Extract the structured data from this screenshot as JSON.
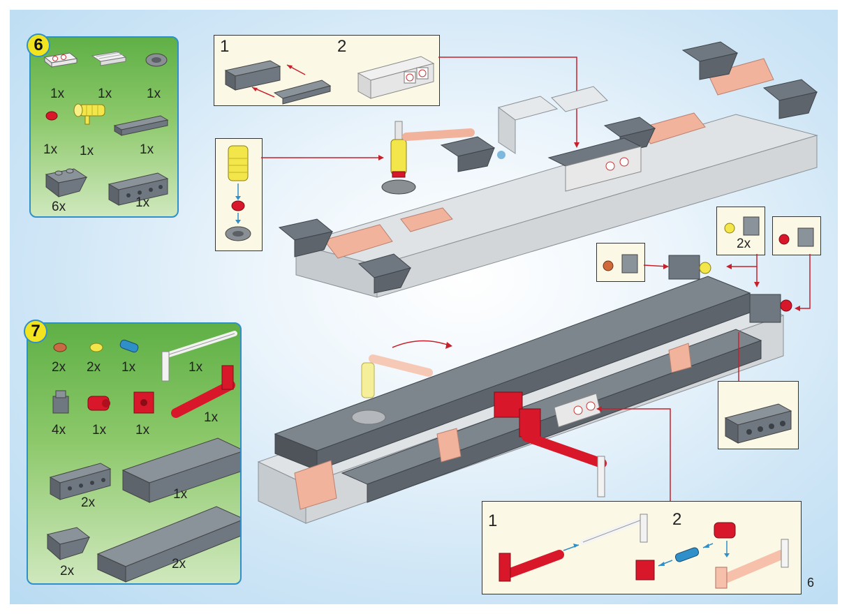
{
  "page": {
    "number": "6"
  },
  "step6": {
    "step_number": "6",
    "parts": [
      {
        "name": "tile-2x2-gauges-print",
        "qty": "1x"
      },
      {
        "name": "tile-grille",
        "qty": "1x"
      },
      {
        "name": "steering-wheel",
        "qty": "1x"
      },
      {
        "name": "round-plate-red",
        "qty": "1x"
      },
      {
        "name": "hose-nozzle-yellow",
        "qty": "1x"
      },
      {
        "name": "plate-1x4",
        "qty": "1x"
      },
      {
        "name": "slope-2x2",
        "qty": "6x"
      },
      {
        "name": "technic-brick-1x4",
        "qty": "1x"
      }
    ],
    "callout_a": {
      "label_1": "1",
      "label_2": "2"
    },
    "callout_b_qty": "2x"
  },
  "step7": {
    "step_number": "7",
    "parts": [
      {
        "name": "round-plate-brown",
        "qty": "2x"
      },
      {
        "name": "round-plate-yellow",
        "qty": "2x"
      },
      {
        "name": "technic-pin-blue",
        "qty": "1x"
      },
      {
        "name": "bar-lever-white",
        "qty": "1x"
      },
      {
        "name": "brick-1x1-headlight",
        "qty": "4x"
      },
      {
        "name": "connector-red",
        "qty": "1x"
      },
      {
        "name": "technic-brick-red",
        "qty": "1x"
      },
      {
        "name": "hose-red-long",
        "qty": "1x"
      },
      {
        "name": "technic-brick-1x4",
        "qty": "2x"
      },
      {
        "name": "brick-2x6",
        "qty": "1x"
      },
      {
        "name": "slope-2x2",
        "qty": "2x"
      },
      {
        "name": "brick-2x8",
        "qty": "2x"
      }
    ],
    "callout_c": {
      "label_1": "1",
      "label_2": "2"
    }
  },
  "colors": {
    "dark_gray": "#6f7780",
    "light_gray": "#cdd2d6",
    "salmon": "#f2b39c",
    "red": "#d8182a",
    "yellow": "#f3e64b",
    "blue": "#2f8fc8",
    "panel_green": "#6cb84e",
    "arrow": "#c8202a"
  }
}
